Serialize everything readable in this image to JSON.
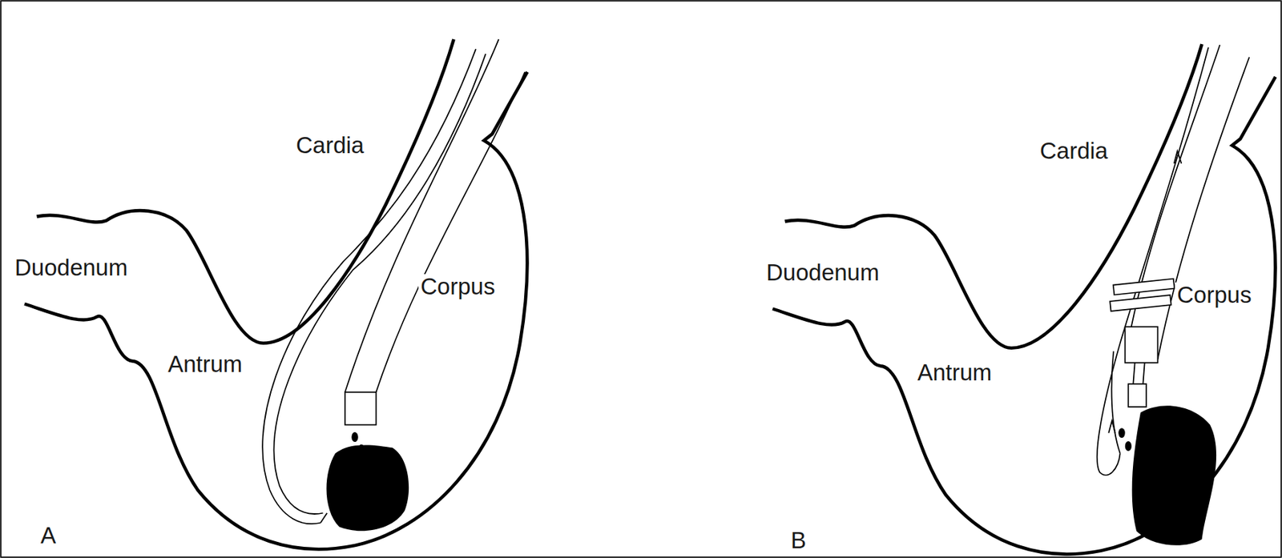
{
  "diagram": {
    "labels": [
      "Cardia",
      "Duodenum",
      "Corpus",
      "Antrum",
      "A",
      "Cardia",
      "Duodenum",
      "Corpus",
      "Antrum",
      "B"
    ]
  }
}
